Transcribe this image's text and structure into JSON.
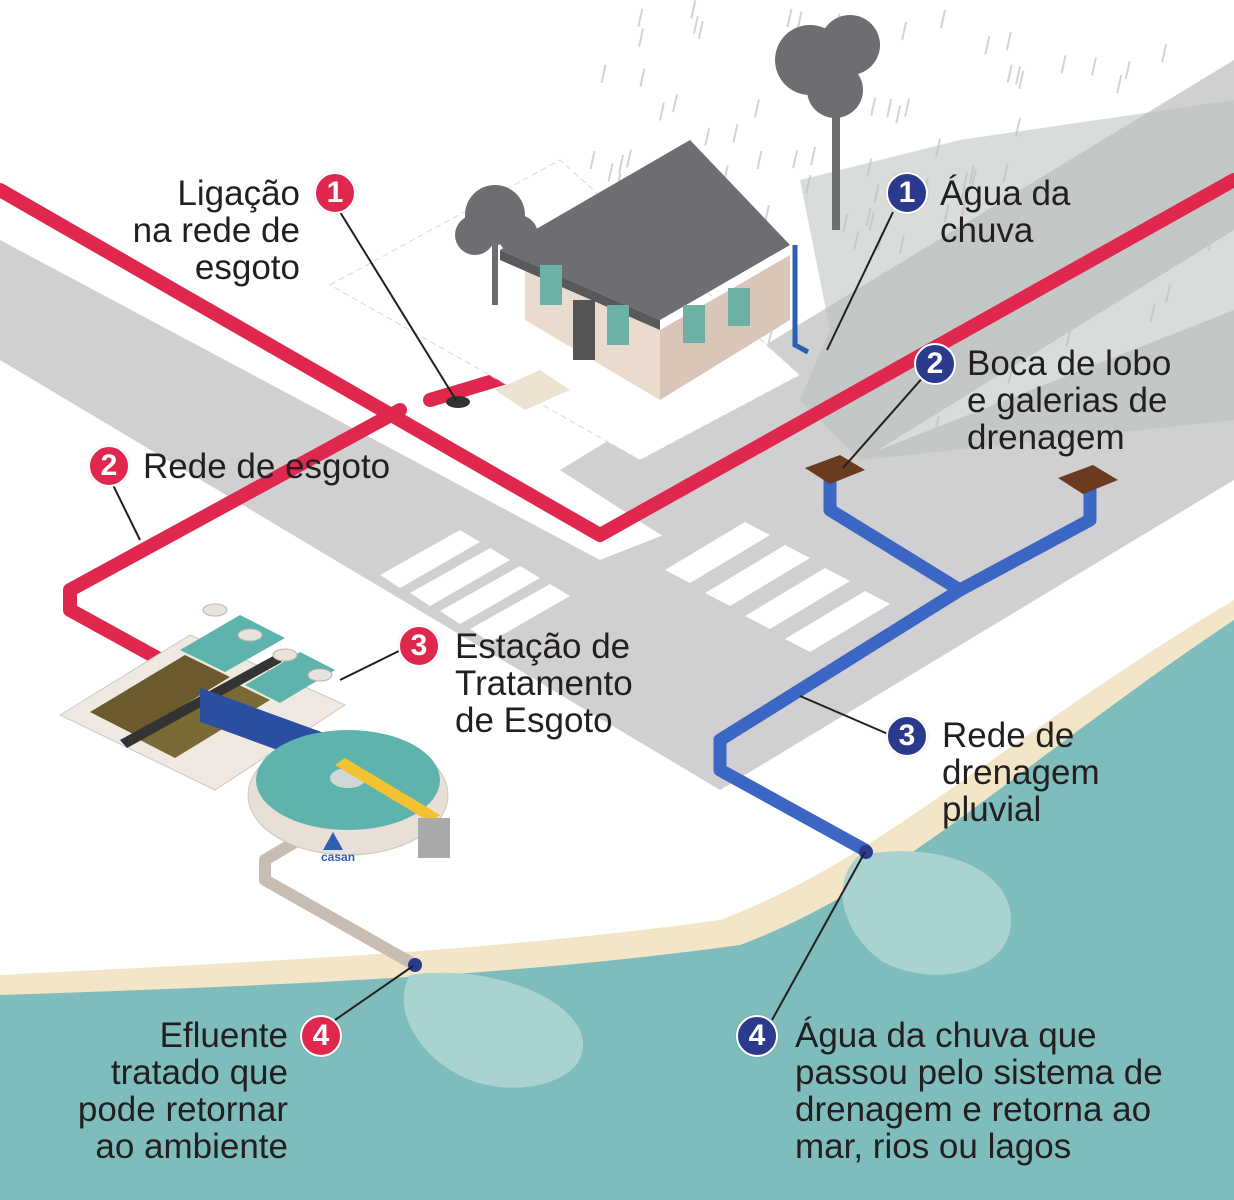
{
  "sewage": {
    "color": "#e0284f",
    "steps": [
      {
        "number": "1",
        "text": "Ligação\nna rede de\nesgoto"
      },
      {
        "number": "2",
        "text": "Rede de esgoto"
      },
      {
        "number": "3",
        "text": "Estação de\nTratamento\nde Esgoto"
      },
      {
        "number": "4",
        "text": "Efluente\ntratado que\npode retornar\nao ambiente"
      }
    ]
  },
  "drainage": {
    "color": "#2b3a8c",
    "steps": [
      {
        "number": "1",
        "text": "Água da\nchuva"
      },
      {
        "number": "2",
        "text": "Boca de lobo\ne galerias de\ndrenagem"
      },
      {
        "number": "3",
        "text": "Rede de\ndrenagem\npluvial"
      },
      {
        "number": "4",
        "text": "Água da chuva que\npassou pelo sistema de\ndrenagem e retorna ao\nmar, rios ou lagos"
      }
    ]
  },
  "logo": {
    "text": "casan"
  },
  "colors": {
    "water": "#7fbcbc",
    "sand": "#f3e6c8",
    "road": "#d0cfd1",
    "roof": "#6d6e71",
    "wall": "#eadbcf",
    "blue_pipe": "#3b66c4",
    "treated_pipe": "#c7bdb3"
  }
}
